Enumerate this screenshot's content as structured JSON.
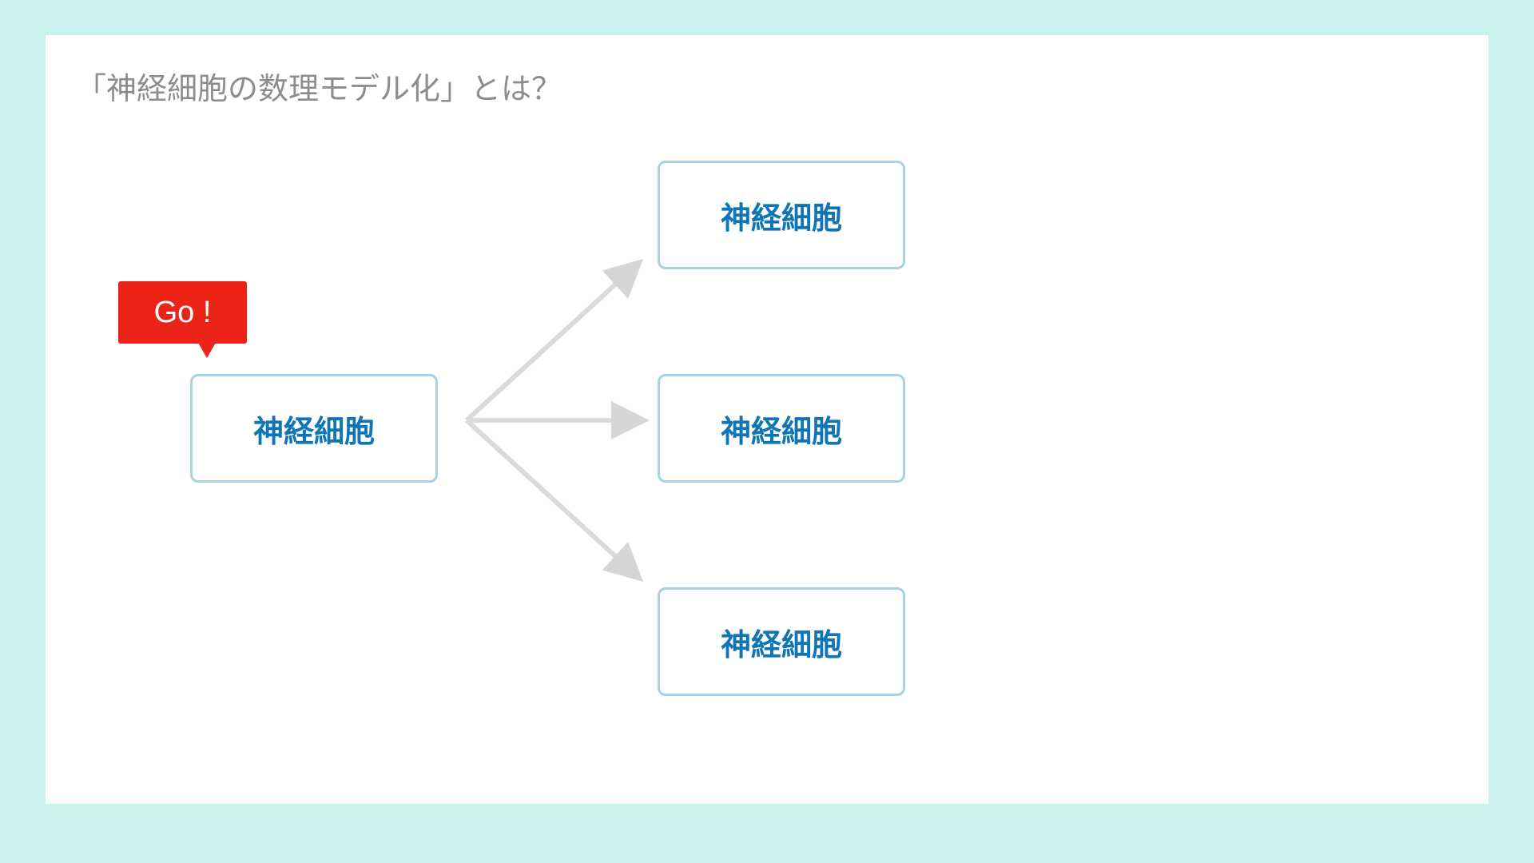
{
  "title": "「神経細胞の数理モデル化」とは？",
  "callout": {
    "label": "Go !"
  },
  "nodes": {
    "source": "神経細胞",
    "target_top": "神経細胞",
    "target_middle": "神経細胞",
    "target_bottom": "神経細胞"
  },
  "colors": {
    "background": "#c9f1ee",
    "node_border": "#a9d0e3",
    "node_text": "#0f75b5",
    "callout": "#ec2317",
    "arrow": "#dadada",
    "title_text": "#8d8d8d"
  }
}
